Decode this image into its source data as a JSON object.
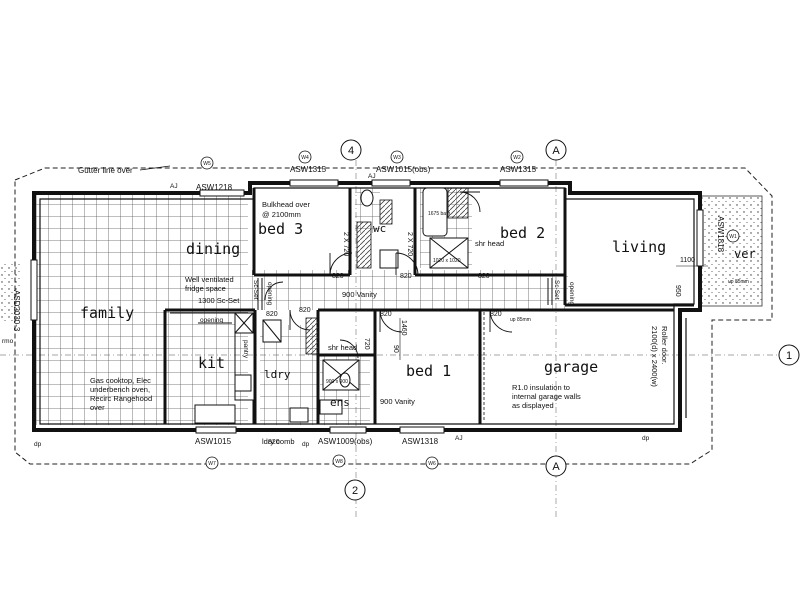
{
  "notes": {
    "gutter": "Gutter line over",
    "bulkhead_line1": "Bulkhead over",
    "bulkhead_line2": "@ 2100mm",
    "fridge_line1": "Well ventilated",
    "fridge_line2": "fridge space",
    "sc_set_1300": "1300 Sc-Set",
    "cooktop_line1": "Gas cooktop, Elec",
    "cooktop_line2": "underbench oven,",
    "cooktop_line3": "Recirc Rangehood",
    "cooktop_line4": "over",
    "insulation_line1": "R1.0 insulation to",
    "insulation_line2": "internal garage walls",
    "insulation_line3": "as displayed",
    "roller_line1": "2100(d) x 2400(w)",
    "roller_line2": "Roller door.",
    "vanity_900_a": "900 Vanity",
    "vanity_900_b": "900 Vanity",
    "shr_head_a": "shr head",
    "shr_head_b": "shr head",
    "ldry_comb": "ldry comb",
    "bath_size": "1675 bath",
    "shower_size_a": "1020 x 1020",
    "shower_size_b": "900 x 900",
    "up_85_a": "up 85mm",
    "up_85_b": "up 85mm"
  },
  "rooms": {
    "dining": "dining",
    "family": "family",
    "kit": "kit",
    "bed3": "bed 3",
    "bed2": "bed 2",
    "bed1": "bed 1",
    "living": "living",
    "garage": "garage",
    "ens": "ens",
    "ldry": "ldry",
    "wc": "wc",
    "verandah": "ver"
  },
  "windows": {
    "w1218": "ASW1218",
    "w1315_a": "ASW1315",
    "w1015_obs": "ASW1015(obs)",
    "w1315_b": "ASW1315",
    "w1818": "ASW1818",
    "w1015_b": "ASW1015",
    "w1009_obs": "ASW1009(obs)",
    "w1318": "ASW1318",
    "w2030": "ASD2030-3"
  },
  "markers": {
    "m4": "4",
    "m2": "2",
    "m1": "1",
    "sec_a": "A",
    "w_tags": [
      "W5",
      "W4",
      "W3",
      "W2",
      "W1",
      "W7",
      "W8",
      "W6"
    ]
  },
  "dimensions": {
    "d820_a": "820",
    "d820_b": "820",
    "d820_c": "820",
    "d820_d": "820",
    "d820_e": "820",
    "d820_f": "820",
    "d820_g": "820",
    "d820_h": "820",
    "d720_a": "2 X 720",
    "d720_b": "2 X 720",
    "d720_c": "720",
    "d1460": "1460",
    "d90": "90",
    "d1100": "1100",
    "d950": "950"
  },
  "labels": {
    "opening_a": "opening",
    "opening_b": "opening",
    "opening_c": "opening",
    "sc_set_a": "Sc-Set",
    "sc_set_b": "Sc-Set",
    "pantry": "pantry",
    "aj": "AJ",
    "dp": "dp",
    "rmo": "rmo"
  }
}
